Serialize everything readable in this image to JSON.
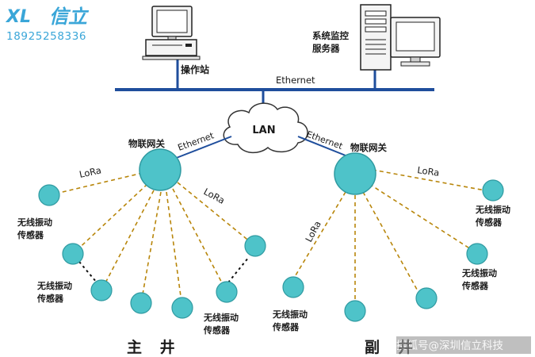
{
  "brand": {
    "logo_latin": "XL",
    "logo_cn": "信立",
    "phone": "18925258336",
    "color": "#3aa6d8"
  },
  "network": {
    "ethernet_bus_label": "Ethernet",
    "lan_label": "LAN",
    "left_uplink_label": "Ethernet",
    "right_uplink_label": "Ethernet",
    "bus_color": "#1f4e9c",
    "link_color": "#1f4e9c"
  },
  "workstation": {
    "label": "操作站"
  },
  "server": {
    "label_line1": "系统监控",
    "label_line2": "服务器"
  },
  "gateways": {
    "left_label": "物联网关",
    "right_label": "物联网关",
    "gateway_color": "#4ec3c9",
    "gateway_stroke": "#2f9aa1"
  },
  "sensors": {
    "label_line1": "无线振动",
    "label_line2": "传感器",
    "sensor_color": "#4ec3c9",
    "sensor_stroke": "#2f9aa1",
    "lora_label": "LoRa",
    "lora_color": "#b8860b"
  },
  "sections": {
    "main_shaft": "主 井",
    "aux_shaft_char1": "副",
    "aux_shaft_char2": "井"
  },
  "watermark": "搜狐号@深圳信立科技"
}
